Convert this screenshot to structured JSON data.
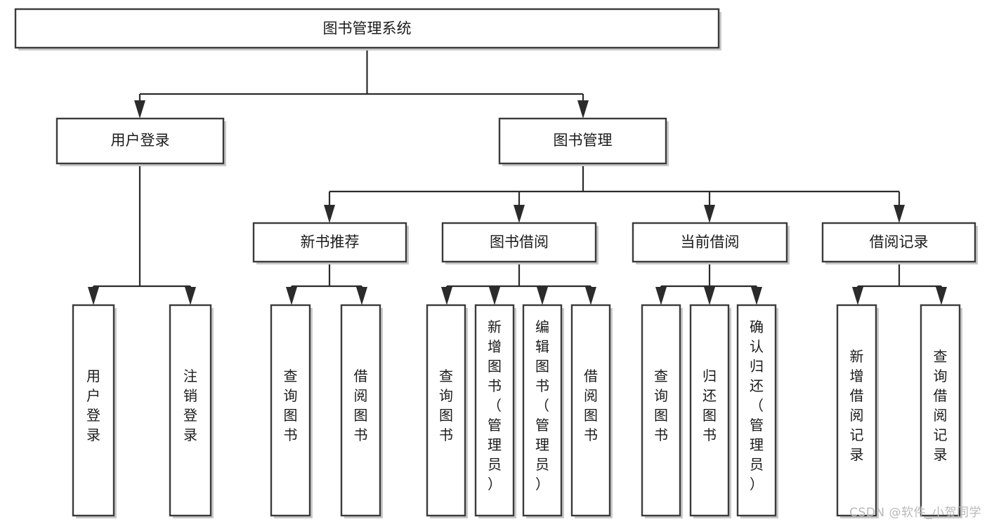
{
  "diagram": {
    "type": "tree",
    "title": "图书管理系统",
    "orientation": "top-down",
    "colors": {
      "node_fill": "#ffffff",
      "node_stroke": "#3b3b3b",
      "edge": "#2b2b2b",
      "text": "#1b1b1b",
      "shadow": "#c9c9c9",
      "watermark": "#b9b9b9",
      "background": "#ffffff"
    },
    "root": {
      "label": "图书管理系统"
    },
    "level2": [
      {
        "label": "用户登录"
      },
      {
        "label": "图书管理"
      }
    ],
    "level3": [
      {
        "label": "新书推荐"
      },
      {
        "label": "图书借阅"
      },
      {
        "label": "当前借阅"
      },
      {
        "label": "借阅记录"
      }
    ],
    "leaves": {
      "user_login": [
        {
          "label": "用户登录"
        },
        {
          "label": "注销登录"
        }
      ],
      "new_book_recommend": [
        {
          "label": "查询图书"
        },
        {
          "label": "借阅图书"
        }
      ],
      "book_borrow": [
        {
          "label": "查询图书"
        },
        {
          "label": "新增图书（管理员）"
        },
        {
          "label": "编辑图书（管理员）"
        },
        {
          "label": "借阅图书"
        }
      ],
      "current_borrow": [
        {
          "label": "查询图书"
        },
        {
          "label": "归还图书"
        },
        {
          "label": "确认归还（管理员）"
        }
      ],
      "borrow_record": [
        {
          "label": "新增借阅记录"
        },
        {
          "label": "查询借阅记录"
        }
      ]
    },
    "watermark": "CSDN @软件_小贺同学"
  }
}
